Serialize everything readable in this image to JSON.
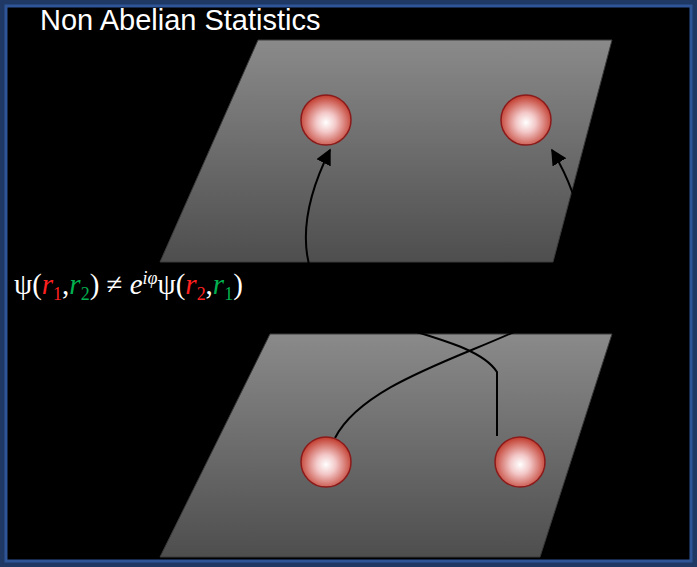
{
  "diagram": {
    "title": "Non Abelian Statistics",
    "labels": [
      "ψ(",
      "r",
      "1",
      ",",
      "r",
      "2",
      ") ≠ ",
      "e",
      "iφ",
      "ψ(",
      "r",
      "2",
      ",",
      "r",
      "1",
      ")"
    ]
  }
}
